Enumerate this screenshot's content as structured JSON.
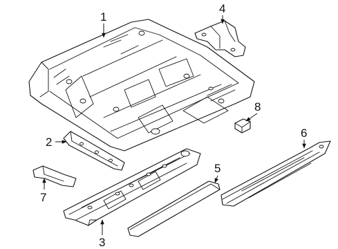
{
  "callouts": [
    {
      "id": "floor-pan",
      "label": "1"
    },
    {
      "id": "front-crossmember",
      "label": "2"
    },
    {
      "id": "center-tunnel-reinforcement",
      "label": "3"
    },
    {
      "id": "seat-mount-bracket",
      "label": "4"
    },
    {
      "id": "sill-extension",
      "label": "5"
    },
    {
      "id": "rocker-panel",
      "label": "6"
    },
    {
      "id": "small-bracket",
      "label": "7"
    },
    {
      "id": "clip-bracket",
      "label": "8"
    }
  ],
  "colors": {
    "line": "#111111",
    "background": "#ffffff"
  }
}
